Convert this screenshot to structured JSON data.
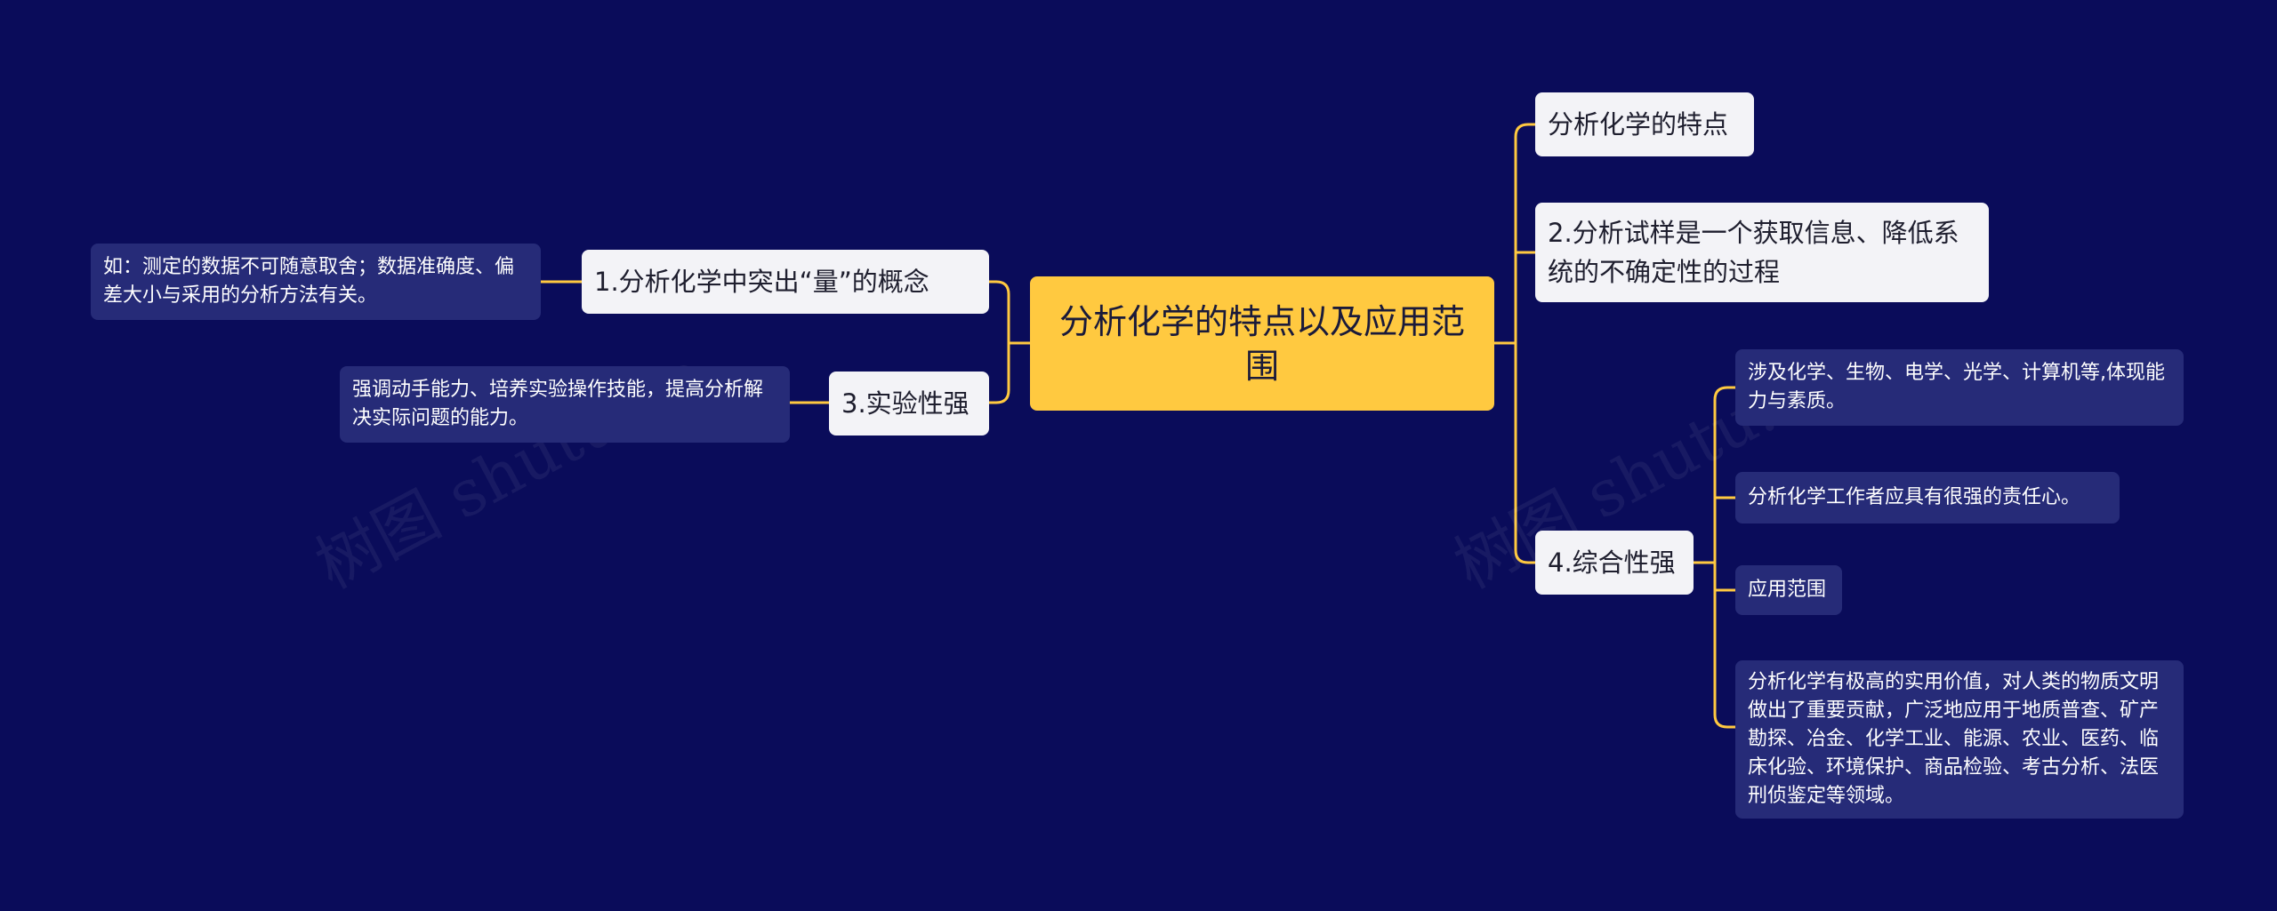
{
  "root": {
    "title": "分析化学的特点以及应用范围"
  },
  "branches": {
    "b1": {
      "label": "1.分析化学中突出“量”的概念",
      "note": "如：测定的数据不可随意取舍；数据准确度、偏差大小与采用的分析方法有关。"
    },
    "b3": {
      "label": "3.实验性强",
      "note": "强调动手能力、培养实验操作技能，提高分析解决实际问题的能力。"
    },
    "features": {
      "label": "分析化学的特点"
    },
    "b2": {
      "label": "2.分析试样是一个获取信息、降低系统的不确定性的过程"
    },
    "b4": {
      "label": "4.综合性强",
      "leaves": [
        "涉及化学、生物、电学、光学、计算机等,体现能力与素质。",
        "分析化学工作者应具有很强的责任心。",
        "应用范围",
        "分析化学有极高的实用价值，对人类的物质文明做出了重要贡献，广泛地应用于地质普查、矿产勘探、冶金、化学工业、能源、农业、医药、临床化验、环境保护、商品检验、考古分析、法医刑侦鉴定等领域。"
      ]
    }
  },
  "watermark": "树图 shutu.cn",
  "colors": {
    "background": "#0a0c5a",
    "root": "#ffc940",
    "branch": "#f3f3f7",
    "leaf": "#262b78",
    "line": "#ffc940"
  }
}
